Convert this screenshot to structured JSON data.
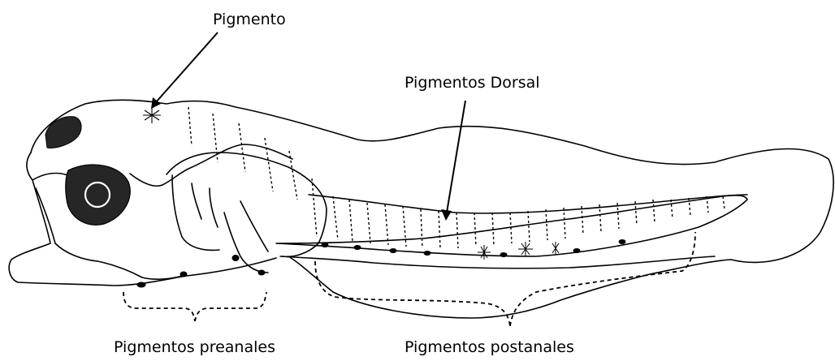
{
  "diagram": {
    "labels": {
      "pigment": "Pigmento",
      "dorsal": "Pigmentos Dorsal",
      "preanal": "Pigmentos preanales",
      "postanal": "Pigmentos postanales"
    },
    "colors": {
      "line": "#000000",
      "fill_dark": "#262626",
      "background": "#ffffff"
    }
  }
}
